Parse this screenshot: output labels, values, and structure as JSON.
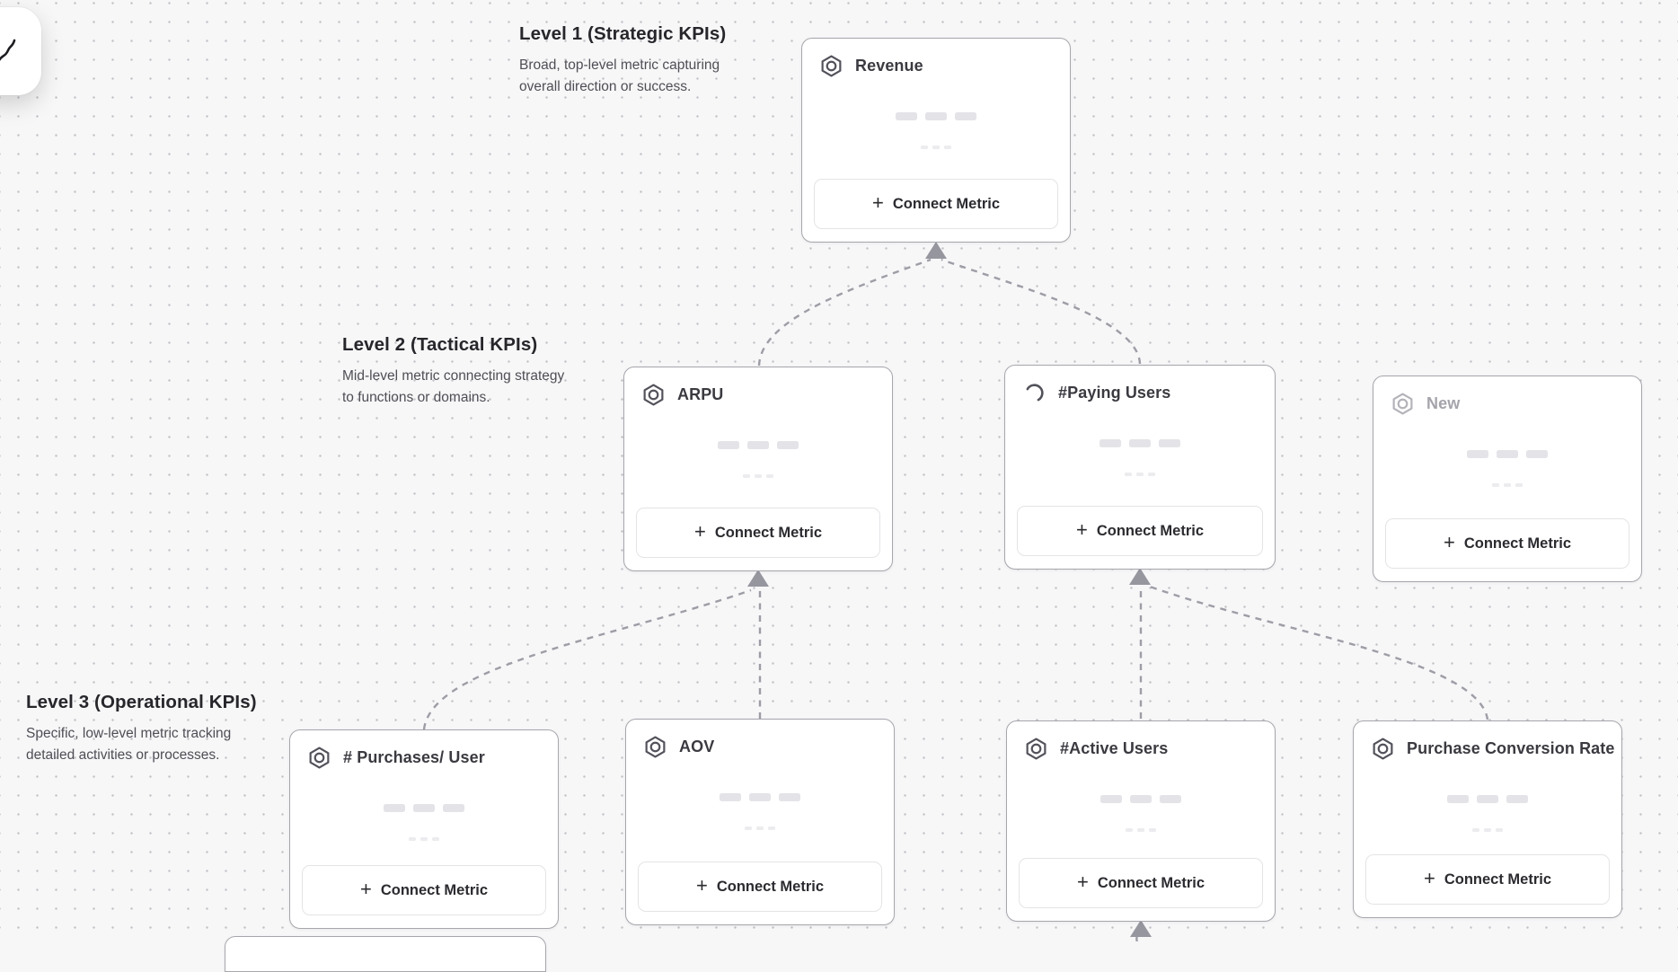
{
  "labels": {
    "connect_metric": "Connect Metric",
    "plus": "+"
  },
  "levels": [
    {
      "title": "Level 1 (Strategic KPIs)",
      "description": "Broad, top-level metric capturing overall direction or success."
    },
    {
      "title": "Level 2 (Tactical KPIs)",
      "description": "Mid-level metric connecting strategy to functions or domains."
    },
    {
      "title": "Level 3 (Operational KPIs)",
      "description": "Specific, low-level metric tracking detailed activities or processes."
    }
  ],
  "cards": [
    {
      "title": "Revenue",
      "icon": "metric-hexagon-icon",
      "level": 1,
      "state": "default"
    },
    {
      "title": "ARPU",
      "icon": "metric-hexagon-icon",
      "level": 2,
      "state": "default"
    },
    {
      "title": "#Paying Users",
      "icon": "loading-spinner-icon",
      "level": 2,
      "state": "loading"
    },
    {
      "title": "New",
      "icon": "metric-hexagon-icon",
      "level": 2,
      "state": "draft"
    },
    {
      "title": "# Purchases/ User",
      "icon": "metric-hexagon-icon",
      "level": 3,
      "state": "default"
    },
    {
      "title": "AOV",
      "icon": "metric-hexagon-icon",
      "level": 3,
      "state": "default"
    },
    {
      "title": "#Active Users",
      "icon": "metric-hexagon-icon",
      "level": 3,
      "state": "default"
    },
    {
      "title": "Purchase Conversion Rate",
      "icon": "metric-hexagon-icon",
      "level": 3,
      "state": "default"
    }
  ],
  "colors": {
    "canvas_bg": "#f7f7f8",
    "grid_dot": "#c2c2c7",
    "card_border": "#a6a6ad",
    "connector": "#9d9da6",
    "title_text": "#3a3a40",
    "draft_text": "#a4a4ab",
    "button_border": "#e4e4e7",
    "button_text": "#2b2b30",
    "skeleton_dark": "#e4e4e8",
    "skeleton_light": "#ececef"
  }
}
